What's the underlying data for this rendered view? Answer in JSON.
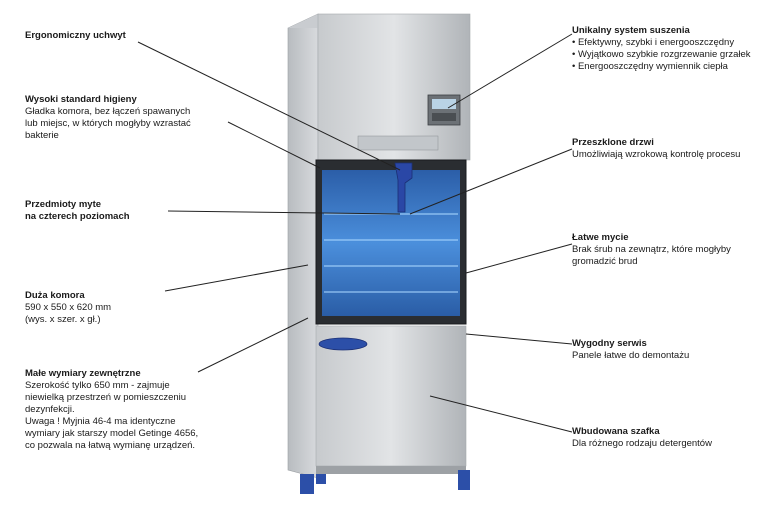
{
  "callouts": {
    "ergonomic_handle": {
      "title": "Ergonomiczny uchwyt"
    },
    "hygiene": {
      "title": "Wysoki standard higieny",
      "desc": "Gładka komora, bez łączeń spawanych\nlub miejsc, w których mogłyby wzrastać\nbakterie"
    },
    "items_levels": {
      "title": "Przedmioty myte\nna czterech poziomach"
    },
    "large_chamber": {
      "title": "Duża komora",
      "desc": "590 x 550 x 620 mm\n(wys. x szer. x gł.)"
    },
    "small_dimensions": {
      "title": "Małe wymiary zewnętrzne",
      "desc": "Szerokość tylko 650 mm  - zajmuje\nniewielką przestrzeń w pomieszczeniu\ndezynfekcji.\nUwaga ! Myjnia 46-4 ma identyczne\nwymiary jak starszy model Getinge 4656,\nco pozwala na łatwą wymianę urządzeń."
    },
    "drying_system": {
      "title": "Unikalny system suszenia",
      "bullets": [
        "Efektywny, szybki i energooszczędny",
        "Wyjątkowo szybkie rozgrzewanie grzałek",
        "Energooszczędny wymiennik ciepła"
      ]
    },
    "glass_door": {
      "title": "Przeszklone drzwi",
      "desc": "Umożliwiają wzrokową kontrolę procesu"
    },
    "easy_cleaning": {
      "title": "Łatwe mycie",
      "desc": "Brak śrub na zewnątrz, które mogłyby\ngromadzić brud"
    },
    "service": {
      "title": "Wygodny serwis",
      "desc": "Panele łatwe do demontażu"
    },
    "cabinet": {
      "title": "Wbudowana szafka",
      "desc": "Dla różnego rodzaju detergentów"
    }
  },
  "colors": {
    "steel_light": "#d6d9dc",
    "steel_dark": "#8e9296",
    "glass_blue": "#3f7fd0",
    "handle_blue": "#2c4fa8",
    "line": "#222222"
  }
}
